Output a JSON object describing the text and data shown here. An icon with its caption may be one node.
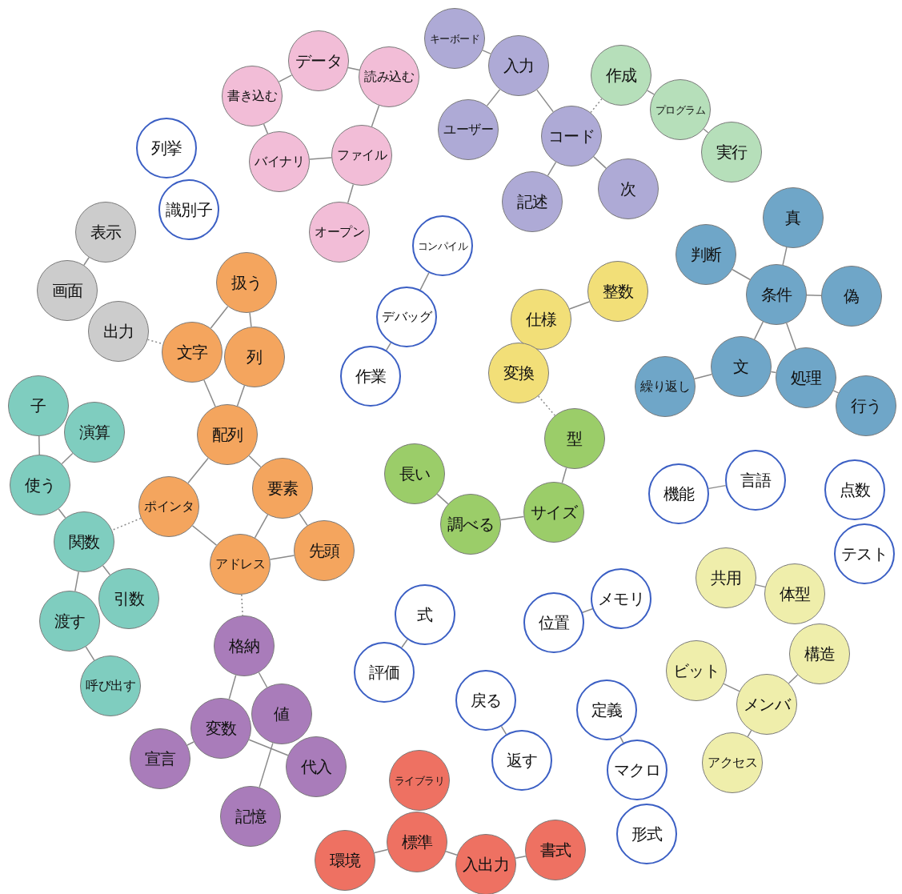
{
  "diagram": {
    "nodes": [
      {
        "text": [
          "キーボード"
        ]
      },
      {
        "text": [
          "データ"
        ]
      },
      {
        "text": [
          "入力"
        ]
      },
      {
        "text": [
          "読み込む"
        ]
      },
      {
        "text": [
          "作成"
        ]
      },
      {
        "text": [
          "書き込む"
        ]
      },
      {
        "text": [
          "プログラム"
        ]
      },
      {
        "text": [
          "ユーザー"
        ]
      },
      {
        "text": [
          "コード"
        ]
      },
      {
        "text": [
          "列挙"
        ]
      },
      {
        "text": [
          "ファイル"
        ]
      },
      {
        "text": [
          "バイナリ"
        ]
      },
      {
        "text": [
          "実行"
        ]
      },
      {
        "text": [
          "次"
        ]
      },
      {
        "text": [
          "記述"
        ]
      },
      {
        "text": [
          "識別子"
        ]
      },
      {
        "text": [
          "真"
        ]
      },
      {
        "text": [
          "表示"
        ]
      },
      {
        "text": [
          "オープン"
        ]
      },
      {
        "text": [
          "コンパイル"
        ]
      },
      {
        "text": [
          "判断"
        ]
      },
      {
        "text": [
          "扱う"
        ]
      },
      {
        "text": [
          "画面"
        ]
      },
      {
        "text": [
          "整数"
        ]
      },
      {
        "text": [
          "条件"
        ]
      },
      {
        "text": [
          "偽"
        ]
      },
      {
        "text": [
          "デバッグ"
        ]
      },
      {
        "text": [
          "仕様"
        ]
      },
      {
        "text": [
          "出力"
        ]
      },
      {
        "text": [
          "文字"
        ]
      },
      {
        "text": [
          "列"
        ]
      },
      {
        "text": [
          "文"
        ]
      },
      {
        "text": [
          "処理"
        ]
      },
      {
        "text": [
          "作業"
        ]
      },
      {
        "text": [
          "変換"
        ]
      },
      {
        "text": [
          "繰り返し"
        ]
      },
      {
        "text": [
          "行う"
        ]
      },
      {
        "text": [
          "子"
        ]
      },
      {
        "text": [
          "演算"
        ]
      },
      {
        "text": [
          "配列"
        ]
      },
      {
        "text": [
          "型"
        ]
      },
      {
        "text": [
          "長い"
        ]
      },
      {
        "text": [
          "使う"
        ]
      },
      {
        "text": [
          "要素"
        ]
      },
      {
        "text": [
          "言語"
        ]
      },
      {
        "text": [
          "点数"
        ]
      },
      {
        "text": [
          "機能"
        ]
      },
      {
        "text": [
          "ポインタ"
        ]
      },
      {
        "text": [
          "サイズ"
        ]
      },
      {
        "text": [
          "調べる"
        ]
      },
      {
        "text": [
          "関数"
        ]
      },
      {
        "text": [
          "先頭"
        ]
      },
      {
        "text": [
          "テスト"
        ]
      },
      {
        "text": [
          "アドレス"
        ]
      },
      {
        "text": [
          "共用"
        ]
      },
      {
        "text": [
          "体型"
        ]
      },
      {
        "text": [
          "引数"
        ]
      },
      {
        "text": [
          "メモリ"
        ]
      },
      {
        "text": [
          "式"
        ]
      },
      {
        "text": [
          "位置"
        ]
      },
      {
        "text": [
          "渡す"
        ]
      },
      {
        "text": [
          "格納"
        ]
      },
      {
        "text": [
          "構造"
        ]
      },
      {
        "text": [
          "評価"
        ]
      },
      {
        "text": [
          "ビット"
        ]
      },
      {
        "text": [
          "呼び出す"
        ]
      },
      {
        "text": [
          "戻る"
        ]
      },
      {
        "text": [
          "メンバ"
        ]
      },
      {
        "text": [
          "定義"
        ]
      },
      {
        "text": [
          "値"
        ]
      },
      {
        "text": [
          "変数"
        ]
      },
      {
        "text": [
          "宣言"
        ]
      },
      {
        "text": [
          "返す"
        ]
      },
      {
        "text": [
          "代入"
        ]
      },
      {
        "text": [
          "アクセス"
        ]
      },
      {
        "text": [
          "マクロ"
        ]
      },
      {
        "text": [
          "ライブラリ"
        ]
      },
      {
        "text": [
          "記憶"
        ]
      },
      {
        "text": [
          "形式"
        ]
      },
      {
        "text": [
          "標準"
        ]
      },
      {
        "text": [
          "書式"
        ]
      },
      {
        "text": [
          "環境"
        ]
      },
      {
        "text": [
          "入出力"
        ]
      }
    ],
    "edges": [
      {
        "from": 1,
        "to": 5,
        "arrow": "none"
      },
      {
        "from": 1,
        "to": 3,
        "arrow": "none"
      },
      {
        "from": 5,
        "to": 11,
        "arrow": "none"
      },
      {
        "from": 11,
        "to": 10,
        "arrow": "none"
      },
      {
        "from": 3,
        "to": 10,
        "arrow": "none"
      },
      {
        "from": 10,
        "to": 18,
        "arrow": "none"
      },
      {
        "from": 0,
        "to": 2,
        "arrow": "none"
      },
      {
        "from": 2,
        "to": 7,
        "arrow": "none"
      },
      {
        "from": 2,
        "to": 8,
        "arrow": "none"
      },
      {
        "from": 8,
        "to": 14,
        "arrow": "none"
      },
      {
        "from": 8,
        "to": 13,
        "arrow": "none"
      },
      {
        "from": 8,
        "to": 4,
        "arrow": "none",
        "style": "dashed"
      },
      {
        "from": 4,
        "to": 6,
        "arrow": "none"
      },
      {
        "from": 6,
        "to": 12,
        "arrow": "none"
      },
      {
        "from": 16,
        "to": 24,
        "arrow": "none"
      },
      {
        "from": 20,
        "to": 24,
        "arrow": "none"
      },
      {
        "from": 24,
        "to": 25,
        "arrow": "none"
      },
      {
        "from": 24,
        "to": 31,
        "arrow": "none"
      },
      {
        "from": 24,
        "to": 32,
        "arrow": "none"
      },
      {
        "from": 31,
        "to": 35,
        "arrow": "none"
      },
      {
        "from": 31,
        "to": 32,
        "arrow": "none"
      },
      {
        "from": 32,
        "to": 36,
        "arrow": "none"
      },
      {
        "from": 19,
        "to": 26,
        "arrow": "none"
      },
      {
        "from": 26,
        "to": 33,
        "arrow": "none"
      },
      {
        "from": 17,
        "to": 22,
        "arrow": "none"
      },
      {
        "from": 28,
        "to": 29,
        "arrow": "none",
        "style": "dashed"
      },
      {
        "from": 21,
        "to": 29,
        "arrow": "none"
      },
      {
        "from": 21,
        "to": 30,
        "arrow": "none"
      },
      {
        "from": 29,
        "to": 39,
        "arrow": "none"
      },
      {
        "from": 30,
        "to": 39,
        "arrow": "none"
      },
      {
        "from": 39,
        "to": 47,
        "arrow": "none"
      },
      {
        "from": 39,
        "to": 43,
        "arrow": "none"
      },
      {
        "from": 43,
        "to": 53,
        "arrow": "none"
      },
      {
        "from": 43,
        "to": 51,
        "arrow": "none"
      },
      {
        "from": 47,
        "to": 53,
        "arrow": "none"
      },
      {
        "from": 53,
        "to": 51,
        "arrow": "none"
      },
      {
        "from": 47,
        "to": 50,
        "arrow": "none",
        "style": "dashed"
      },
      {
        "from": 53,
        "to": 61,
        "arrow": "none",
        "style": "dashed"
      },
      {
        "from": 37,
        "to": 42,
        "arrow": "none"
      },
      {
        "from": 38,
        "to": 42,
        "arrow": "none"
      },
      {
        "from": 42,
        "to": 50,
        "arrow": "none"
      },
      {
        "from": 50,
        "to": 60,
        "arrow": "none"
      },
      {
        "from": 50,
        "to": 56,
        "arrow": "none"
      },
      {
        "from": 60,
        "to": 65,
        "arrow": "none"
      },
      {
        "from": 23,
        "to": 27,
        "arrow": "none"
      },
      {
        "from": 34,
        "to": 40,
        "arrow": "none",
        "style": "dashed"
      },
      {
        "from": 40,
        "to": 48,
        "arrow": "none"
      },
      {
        "from": 41,
        "to": 49,
        "arrow": "none"
      },
      {
        "from": 49,
        "to": 48,
        "arrow": "none"
      },
      {
        "from": 46,
        "to": 44,
        "arrow": "none"
      },
      {
        "from": 58,
        "to": 63,
        "arrow": "none"
      },
      {
        "from": 59,
        "to": 57,
        "arrow": "none"
      },
      {
        "from": 66,
        "to": 72,
        "arrow": "none"
      },
      {
        "from": 68,
        "to": 75,
        "arrow": "none"
      },
      {
        "from": 54,
        "to": 55,
        "arrow": "none"
      },
      {
        "from": 62,
        "to": 67,
        "arrow": "none"
      },
      {
        "from": 64,
        "to": 67,
        "arrow": "none"
      },
      {
        "from": 67,
        "to": 74,
        "arrow": "none"
      },
      {
        "from": 61,
        "to": 70,
        "arrow": "none"
      },
      {
        "from": 61,
        "to": 69,
        "arrow": "none"
      },
      {
        "from": 70,
        "to": 71,
        "arrow": "none"
      },
      {
        "from": 70,
        "to": 73,
        "arrow": "none"
      },
      {
        "from": 69,
        "to": 77,
        "arrow": "none"
      },
      {
        "from": 79,
        "to": 81,
        "arrow": "none"
      },
      {
        "from": 79,
        "to": 82,
        "arrow": "none"
      },
      {
        "from": 82,
        "to": 80,
        "arrow": "none"
      }
    ]
  }
}
